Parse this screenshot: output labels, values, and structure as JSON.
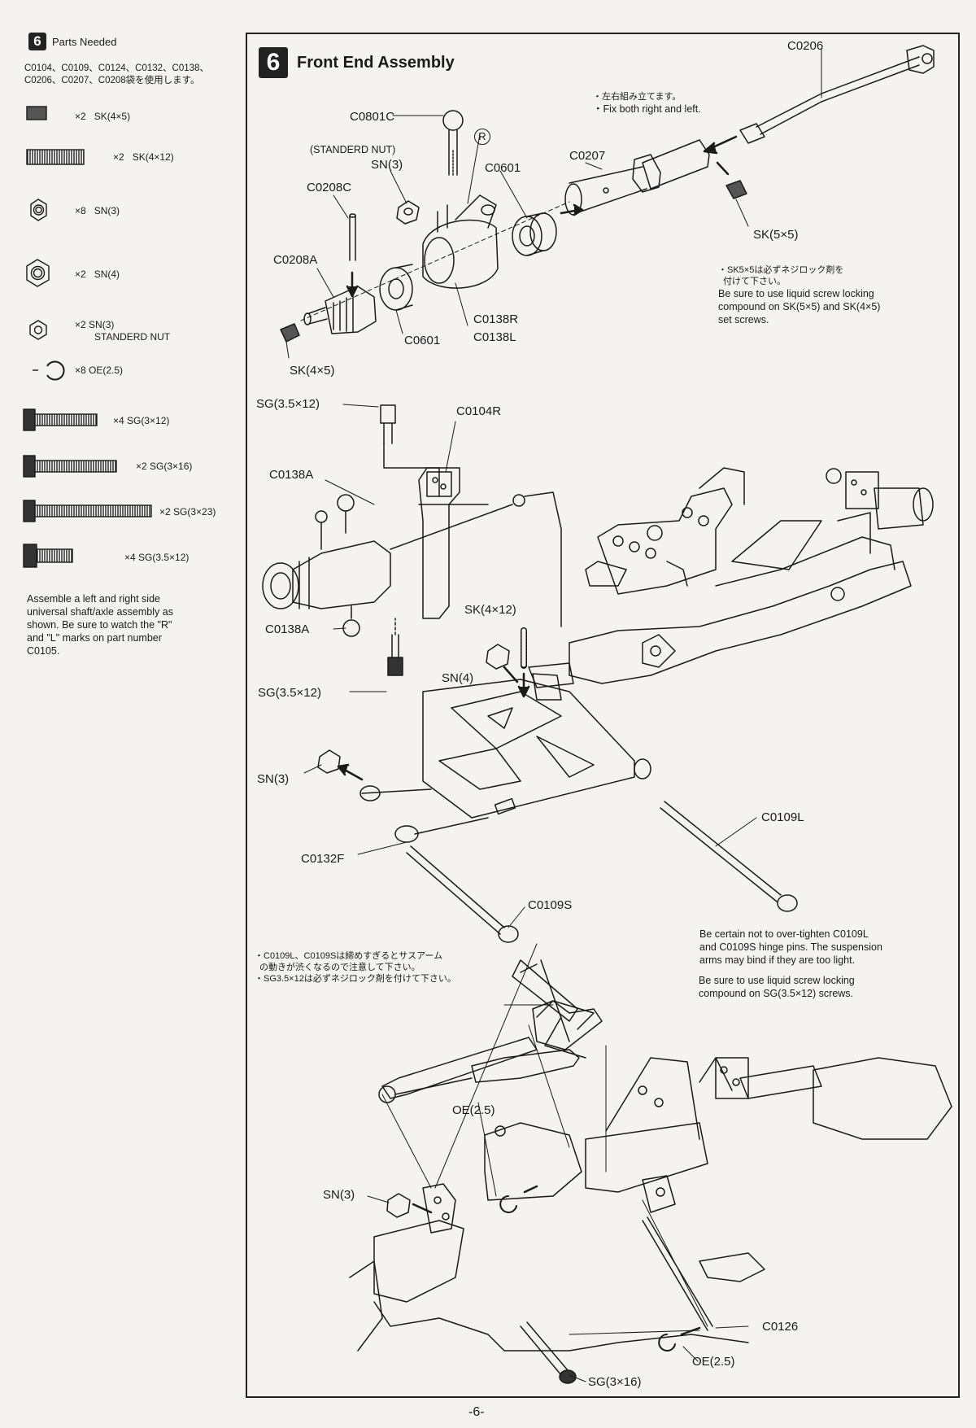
{
  "sidebar": {
    "step_number": "6",
    "title": "Parts Needed",
    "bag_line_1": "C0104、C0109、C0124、C0132、C0138、",
    "bag_line_2": "C0206、C0207、C0208袋を使用します。",
    "parts": [
      {
        "icon": "set-screw-short-icon",
        "qty": "×2",
        "name": "SK(4×5)"
      },
      {
        "icon": "set-screw-long-icon",
        "qty": "×2",
        "name": "SK(4×12)"
      },
      {
        "icon": "nylon-nut-small-icon",
        "qty": "×8",
        "name": "SN(3)"
      },
      {
        "icon": "nylon-nut-large-icon",
        "qty": "×2",
        "name": "SN(4)"
      },
      {
        "icon": "standard-nut-icon",
        "qty": "×2",
        "name": "SN(3)",
        "sub": "STANDERD NUT"
      },
      {
        "icon": "e-ring-icon",
        "qty": "×8",
        "name": "OE(2.5)"
      },
      {
        "icon": "cap-screw-12-icon",
        "qty": "×4",
        "name": "SG(3×12)"
      },
      {
        "icon": "cap-screw-16-icon",
        "qty": "×2",
        "name": "SG(3×16)"
      },
      {
        "icon": "cap-screw-23-icon",
        "qty": "×2",
        "name": "SG(3×23)"
      },
      {
        "icon": "cap-screw-35-icon",
        "qty": "×4",
        "name": "SG(3.5×12)"
      }
    ],
    "description": [
      "Assemble a left and right side",
      "universal shaft/axle assembly as",
      "shown. Be sure to watch the \"R\"",
      "and \"L\" marks on part number",
      "C0105."
    ]
  },
  "main": {
    "step_number": "6",
    "title": "Front End Assembly",
    "labels": {
      "c0206": "C0206",
      "c0801c": "C0801C",
      "standerd_nut": "(STANDERD NUT)",
      "sn3_top": "SN(3)",
      "r_mark": "R",
      "c0601_top": "C0601",
      "c0207": "C0207",
      "c0208c": "C0208C",
      "c0208a": "C0208A",
      "c0601_bottom": "C0601",
      "c0138r": "C0138R",
      "c0138l": "C0138L",
      "sk45": "SK(4×5)",
      "sk55": "SK(5×5)",
      "sg3512_top": "SG(3.5×12)",
      "c0104r": "C0104R",
      "c0138a_top": "C0138A",
      "c0138a_bottom": "C0138A",
      "sk412": "SK(4×12)",
      "sn4": "SN(4)",
      "sg3512_bottom": "SG(3.5×12)",
      "sn3_mid": "SN(3)",
      "c0109l": "C0109L",
      "c0132f": "C0132F",
      "c0109s": "C0109S",
      "oe25_top": "OE(2.5)",
      "sn3_bottom": "SN(3)",
      "c0126": "C0126",
      "oe25_bottom": "OE(2.5)",
      "sg316": "SG(3×16)"
    },
    "notes": {
      "fix_jp": "・左右組み立てます。",
      "fix_en": "・Fix both right and left.",
      "sk55_jp_1": "・SK5×5は必ずネジロック剤を",
      "sk55_jp_2": "付けて下さい。",
      "sk55_en": [
        "Be sure to use liquid screw locking",
        "compound on SK(5×5) and SK(4×5)",
        "set screws."
      ],
      "hinge_jp_1": "・C0109L、C0109Sは締めすぎるとサスアーム",
      "hinge_jp_2": "の動きが渋くなるので注意して下さい。",
      "hinge_jp_3": "・SG3.5×12は必ずネジロック剤を付けて下さい。",
      "hinge_en": [
        "Be certain not to over-tighten C0109L",
        "and C0109S hinge pins. The suspension",
        "arms may bind if they are too light."
      ],
      "lock_en": [
        "Be sure to use liquid screw locking",
        "compound on SG(3.5×12) screws."
      ]
    }
  },
  "footer": {
    "page": "-6-"
  }
}
